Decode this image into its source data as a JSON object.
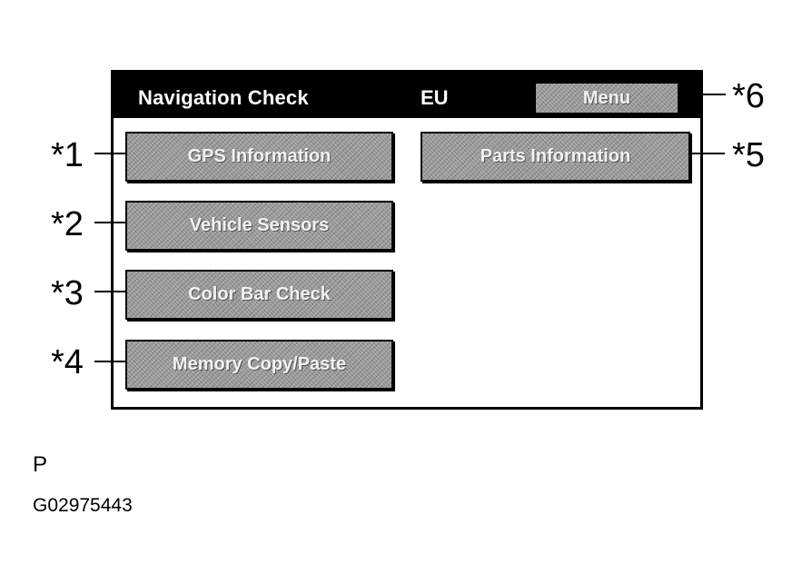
{
  "header": {
    "title": "Navigation Check",
    "region": "EU",
    "menu_label": "Menu"
  },
  "buttons": {
    "gps": "GPS Information",
    "parts": "Parts Information",
    "sensors": "Vehicle Sensors",
    "color_bar": "Color Bar Check",
    "memory": "Memory Copy/Paste"
  },
  "callouts": {
    "c1": "*1",
    "c2": "*2",
    "c3": "*3",
    "c4": "*4",
    "c5": "*5",
    "c6": "*6"
  },
  "footer": {
    "letter": "P",
    "figure_id": "G02975443"
  }
}
